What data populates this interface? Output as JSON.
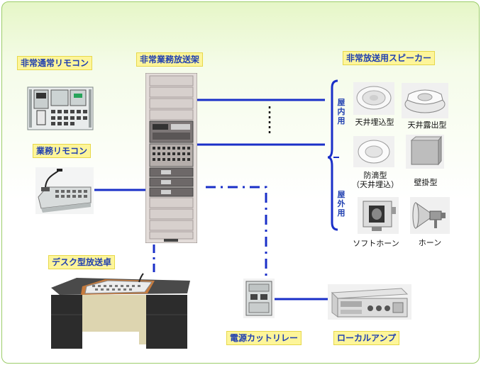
{
  "labels": {
    "emergency_remote": "非常通常リモコン",
    "business_remote": "業務リモコン",
    "rack": "非常業務放送架",
    "speakers": "非常放送用スピーカー",
    "desk": "デスク型放送卓",
    "power_cutter": "電源カットリレー",
    "local_amp": "ローカルアンプ"
  },
  "groups": {
    "indoor": [
      "屋",
      "内",
      "用"
    ],
    "outdoor": [
      "屋",
      "外",
      "用"
    ]
  },
  "speaker_types": {
    "ceiling_embedded": "天井埋込型",
    "ceiling_exposed": "天井露出型",
    "drip_proof_line1": "防滴型",
    "drip_proof_line2": "（天井埋込）",
    "wall_mounted": "壁掛型",
    "soft_horn": "ソフトホーン",
    "horn": "ホーン"
  },
  "colors": {
    "wire": "#1a2fc8",
    "label_bg": "#fdf59a",
    "label_text": "#1f3fb0",
    "frame_border": "#9ccc6a"
  }
}
